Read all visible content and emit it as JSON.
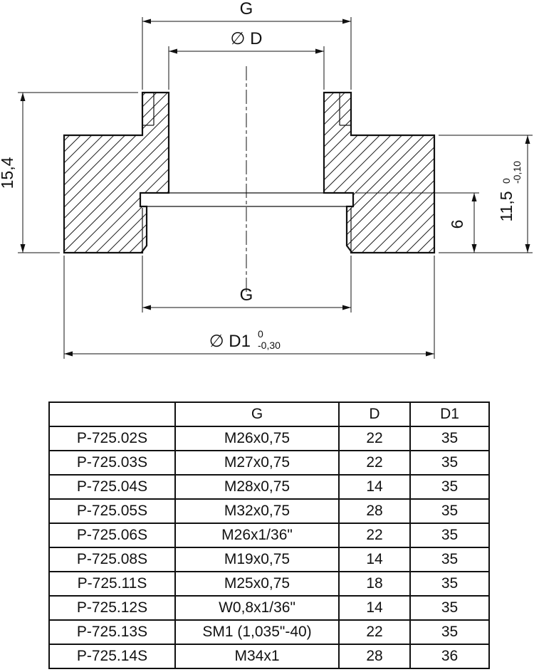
{
  "drawing": {
    "dim_g_top": "G",
    "dim_d": "∅ D",
    "dim_height_total": "15,4",
    "dim_height_flange": "11,5",
    "dim_height_flange_tol_upper": "0",
    "dim_height_flange_tol_lower": "-0,10",
    "dim_depth": "6",
    "dim_g_bottom": "G",
    "dim_d1": "∅ D1",
    "dim_d1_tol_upper": "0",
    "dim_d1_tol_lower": "-0,30"
  },
  "table": {
    "headers": [
      "",
      "G",
      "D",
      "D1"
    ],
    "rows": [
      [
        "P-725.02S",
        "M26x0,75",
        "22",
        "35"
      ],
      [
        "P-725.03S",
        "M27x0,75",
        "22",
        "35"
      ],
      [
        "P-725.04S",
        "M28x0,75",
        "14",
        "35"
      ],
      [
        "P-725.05S",
        "M32x0,75",
        "28",
        "35"
      ],
      [
        "P-725.06S",
        "M26x1/36\"",
        "22",
        "35"
      ],
      [
        "P-725.08S",
        "M19x0,75",
        "14",
        "35"
      ],
      [
        "P-725.11S",
        "M25x0,75",
        "18",
        "35"
      ],
      [
        "P-725.12S",
        "W0,8x1/36\"",
        "14",
        "35"
      ],
      [
        "P-725.13S",
        "SM1 (1,035\"-40)",
        "22",
        "35"
      ],
      [
        "P-725.14S",
        "M34x1",
        "28",
        "36"
      ]
    ]
  }
}
